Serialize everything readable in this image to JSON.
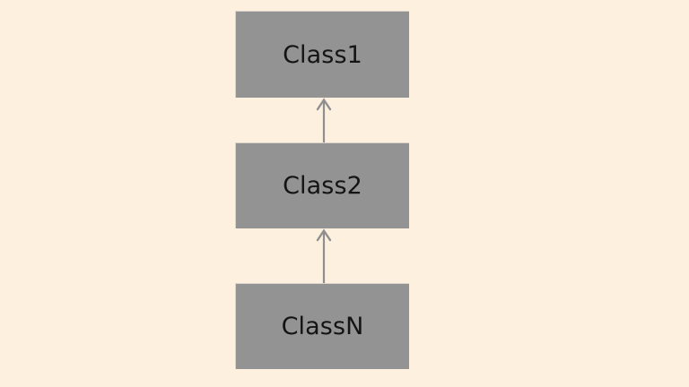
{
  "diagram": {
    "kind": "class-inheritance-hierarchy",
    "background_color": "#fdf0df",
    "box_fill_color": "#939393",
    "box_text_color": "#141414",
    "connector_color": "#8f8f8f",
    "nodes": [
      {
        "id": "class1",
        "label": "Class1"
      },
      {
        "id": "class2",
        "label": "Class2"
      },
      {
        "id": "classn",
        "label": "ClassN"
      }
    ],
    "connectors": [
      {
        "id": "class2-to-class1",
        "from": "class2",
        "to": "class1",
        "arrow": "up-open-arrowhead"
      },
      {
        "id": "classn-to-class2",
        "from": "classn",
        "to": "class2",
        "arrow": "up-open-arrowhead"
      }
    ]
  }
}
